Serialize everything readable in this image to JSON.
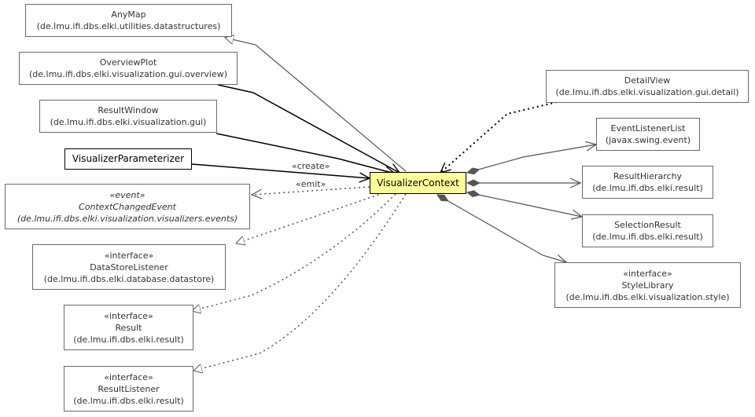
{
  "nodes": {
    "anymap": {
      "name": "AnyMap",
      "package": "(de.lmu.ifi.dbs.elki.utilities.datastructures)"
    },
    "overviewplot": {
      "name": "OverviewPlot",
      "package": "(de.lmu.ifi.dbs.elki.visualization.gui.overview)"
    },
    "resultwindow": {
      "name": "ResultWindow",
      "package": "(de.lmu.ifi.dbs.elki.visualization.gui)"
    },
    "visualizerparameterizer": {
      "name": "VisualizerParameterizer"
    },
    "contextchangedevent": {
      "stereotype": "«event»",
      "name": "ContextChangedEvent",
      "package": "(de.lmu.ifi.dbs.elki.visualization.visualizers.events)"
    },
    "datastorelistener": {
      "stereotype": "«interface»",
      "name": "DataStoreListener",
      "package": "(de.lmu.ifi.dbs.elki.database.datastore)"
    },
    "result": {
      "stereotype": "«interface»",
      "name": "Result",
      "package": "(de.lmu.ifi.dbs.elki.result)"
    },
    "resultlistener": {
      "stereotype": "«interface»",
      "name": "ResultListener",
      "package": "(de.lmu.ifi.dbs.elki.result)"
    },
    "visualizercontext": {
      "name": "VisualizerContext"
    },
    "detailview": {
      "name": "DetailView",
      "package": "(de.lmu.ifi.dbs.elki.visualization.gui.detail)"
    },
    "eventlistenerlist": {
      "name": "EventListenerList",
      "package": "(javax.swing.event)"
    },
    "resulthierarchy": {
      "name": "ResultHierarchy",
      "package": "(de.lmu.ifi.dbs.elki.result)"
    },
    "selectionresult": {
      "name": "SelectionResult",
      "package": "(de.lmu.ifi.dbs.elki.result)"
    },
    "stylelibrary": {
      "stereotype": "«interface»",
      "name": "StyleLibrary",
      "package": "(de.lmu.ifi.dbs.elki.visualization.style)"
    }
  },
  "edges": {
    "create_label": "«create»",
    "emit_label": "«emit»"
  },
  "colors": {
    "central_fill": "#ffff99",
    "border": "#6a6a6a",
    "dark_line": "#000000",
    "gray_line": "#555555"
  }
}
